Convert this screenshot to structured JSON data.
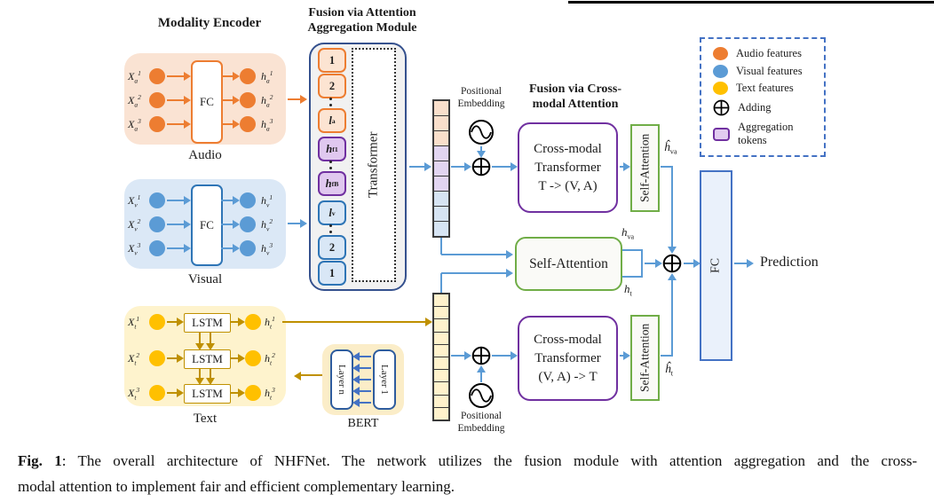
{
  "colors": {
    "audio": "#ED7D31",
    "visual": "#5B9BD5",
    "text": "#FFC000",
    "text_arrow": "#BF9000",
    "aggregation_purple": "#7030A0",
    "attention_green": "#70AD47",
    "connector_blue": "#5B9BD5",
    "fusion_border": "#35518E",
    "fc_border": "#4472C4"
  },
  "titles": {
    "modality_encoder": "Modality Encoder",
    "fusion_agg_1": "Fusion via Attention",
    "fusion_agg_2": "Aggregation Module",
    "fusion_cross_1": "Fusion via Cross-",
    "fusion_cross_2": "modal Attention"
  },
  "audio": {
    "caption": "Audio",
    "fc": "FC",
    "in1": "<i>X</i><sub>a</sub><sup>1</sup>",
    "in2": "<i>X</i><sub>a</sub><sup>2</sup>",
    "in3": "<i>X</i><sub>a</sub><sup>3</sup>",
    "out1": "<i>h</i><sub>a</sub><sup>1</sup>",
    "out2": "<i>h</i><sub>a</sub><sup>2</sup>",
    "out3": "<i>h</i><sub>a</sub><sup>3</sup>"
  },
  "visual": {
    "caption": "Visual",
    "fc": "FC",
    "in1": "<i>X</i><sub>v</sub><sup>1</sup>",
    "in2": "<i>X</i><sub>v</sub><sup>2</sup>",
    "in3": "<i>X</i><sub>v</sub><sup>3</sup>",
    "out1": "<i>h</i><sub>v</sub><sup>1</sup>",
    "out2": "<i>h</i><sub>v</sub><sup>2</sup>",
    "out3": "<i>h</i><sub>v</sub><sup>3</sup>"
  },
  "text": {
    "caption": "Text",
    "lstm": "LSTM",
    "in1": "<i>X</i><sub>t</sub><sup>1</sup>",
    "in2": "<i>X</i><sub>t</sub><sup>2</sup>",
    "in3": "<i>X</i><sub>t</sub><sup>3</sup>",
    "out1": "<i>h</i><sub>t</sub><sup>1</sup>",
    "out2": "<i>h</i><sub>t</sub><sup>2</sup>",
    "out3": "<i>h</i><sub>t</sub><sup>3</sup>"
  },
  "bert": {
    "caption": "BERT",
    "layer_left": "Layer n",
    "layer_right": "Layer 1"
  },
  "fusion_module": {
    "transformer": "Transformer",
    "tokens": {
      "a1": "1",
      "a2": "2",
      "a3": "<i>l</i><sub>a</sub>",
      "f1": "<i>h</i><sub>f</sub><sup>1</sup>",
      "f2": "<i>h</i><sub>f</sub><sup>B</sup>",
      "v1": "<i>l</i><sub>v</sub>",
      "v2": "2",
      "v3": "1"
    }
  },
  "positional_embedding": {
    "line1": "Positional",
    "line2": "Embedding"
  },
  "cross_modal_top": {
    "l1": "Cross-modal",
    "l2": "Transformer",
    "l3": "T -> (V, A)"
  },
  "cross_modal_bottom": {
    "l1": "Cross-modal",
    "l2": "Transformer",
    "l3": "(V, A) -> T"
  },
  "self_attention_label": "Self-Attention",
  "outputs": {
    "h_va_hat": "<i>ĥ</i><sub>va</sub>",
    "h_t_hat": "<i>ĥ</i><sub>t</sub>",
    "h_va": "<i>h</i><sub>va</sub>",
    "h_t": "<i>h</i><sub>t</sub>"
  },
  "fc_final": "FC",
  "prediction": "Prediction",
  "legend": {
    "items": [
      {
        "label": "Audio features"
      },
      {
        "label": "Visual features"
      },
      {
        "label": "Text features"
      },
      {
        "label": "Adding"
      },
      {
        "label": "Aggregation tokens"
      }
    ]
  },
  "stacks": {
    "top": [
      "#f9dfcb",
      "#f9dfcb",
      "#f9dfcb",
      "#e2d5f1",
      "#e2d5f1",
      "#e2d5f1",
      "#d6e4f3",
      "#d6e4f3",
      "#d6e4f3"
    ],
    "bottom": [
      "#fff2cc",
      "#fff2cc",
      "#fff2cc",
      "#fff2cc",
      "#fff2cc",
      "#fff2cc",
      "#fff2cc",
      "#fff2cc",
      "#fff2cc",
      "#fff2cc"
    ]
  },
  "caption": {
    "prefix": "Fig. 1",
    "line1_rest": ": The overall architecture of NHFNet. The network utilizes the fusion module with attention aggregation and the cross-",
    "line2": "modal attention to implement fair and efficient complementary learning."
  }
}
